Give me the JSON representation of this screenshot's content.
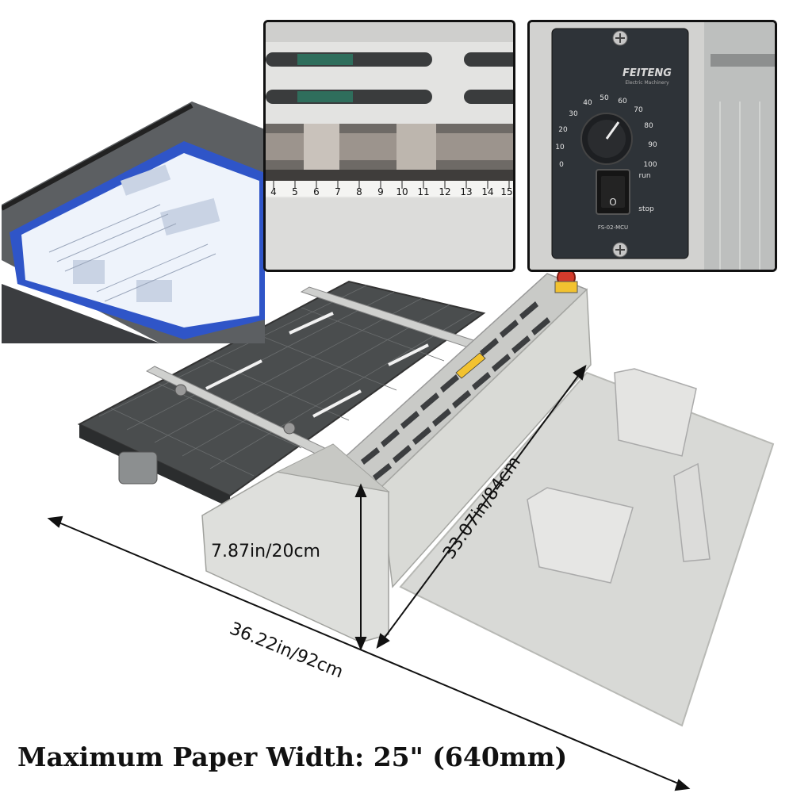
{
  "images": {
    "main": "paper-creasing-machine",
    "inset_1": "paper-sheets-on-feed-table",
    "inset_2": "feed-slots-and-ruler-closeup",
    "inset_3": "speed-control-panel-closeup"
  },
  "ruler": {
    "ticks": [
      "4",
      "5",
      "6",
      "7",
      "8",
      "9",
      "10",
      "11",
      "12",
      "13",
      "14",
      "15"
    ]
  },
  "control_panel": {
    "brand": "FEITENG",
    "brand_sub": "Electric Machinery",
    "dial_ticks": [
      "0",
      "10",
      "20",
      "30",
      "40",
      "50",
      "60",
      "70",
      "80",
      "90",
      "100"
    ],
    "run_label": "run",
    "stop_label": "stop",
    "switch_symbol": "O",
    "model": "FS-02-MCU"
  },
  "dimensions": {
    "height": "7.87in/20cm",
    "depth": "33.07in/84cm",
    "width": "36.22in/92cm"
  },
  "caption": "Maximum Paper Width: 25\" (640mm)",
  "colors": {
    "machine_body": "#d9dad6",
    "feed_table": "#4a4d4e",
    "panel": "#2e3338",
    "accent_red": "#d33b2c",
    "paper_blue": "#2f55c8"
  }
}
